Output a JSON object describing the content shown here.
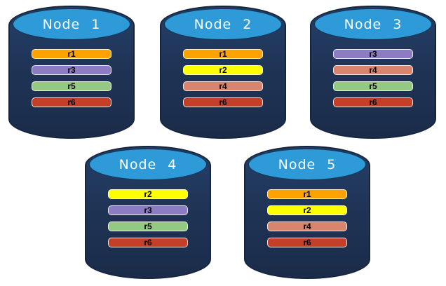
{
  "diagram": {
    "background": "#FFFFFF",
    "node_shape": "database-cylinder",
    "palette": {
      "cylinder_body": "#1F3456",
      "cylinder_outline": "#16253E",
      "cylinder_top_fill": "#2E9BD8",
      "cylinder_top_outline": "#16395C",
      "title_text": "#FFFFFF",
      "bar_text": "#000000",
      "bar_outline": "#FFFFFF"
    },
    "replica_colors": {
      "r1": "#FDA200",
      "r2": "#FFFF00",
      "r3": "#8B7CC3",
      "r4": "#D9846F",
      "r5": "#93C982",
      "r6": "#C33F28"
    },
    "nodes": [
      {
        "label": "Node 1",
        "replicas": [
          "r1",
          "r3",
          "r5",
          "r6"
        ]
      },
      {
        "label": "Node 2",
        "replicas": [
          "r1",
          "r2",
          "r4",
          "r6"
        ]
      },
      {
        "label": "Node 3",
        "replicas": [
          "r3",
          "r4",
          "r5",
          "r6"
        ]
      },
      {
        "label": "Node 4",
        "replicas": [
          "r2",
          "r3",
          "r5",
          "r6"
        ]
      },
      {
        "label": "Node 5",
        "replicas": [
          "r1",
          "r2",
          "r4",
          "r6"
        ]
      }
    ]
  }
}
